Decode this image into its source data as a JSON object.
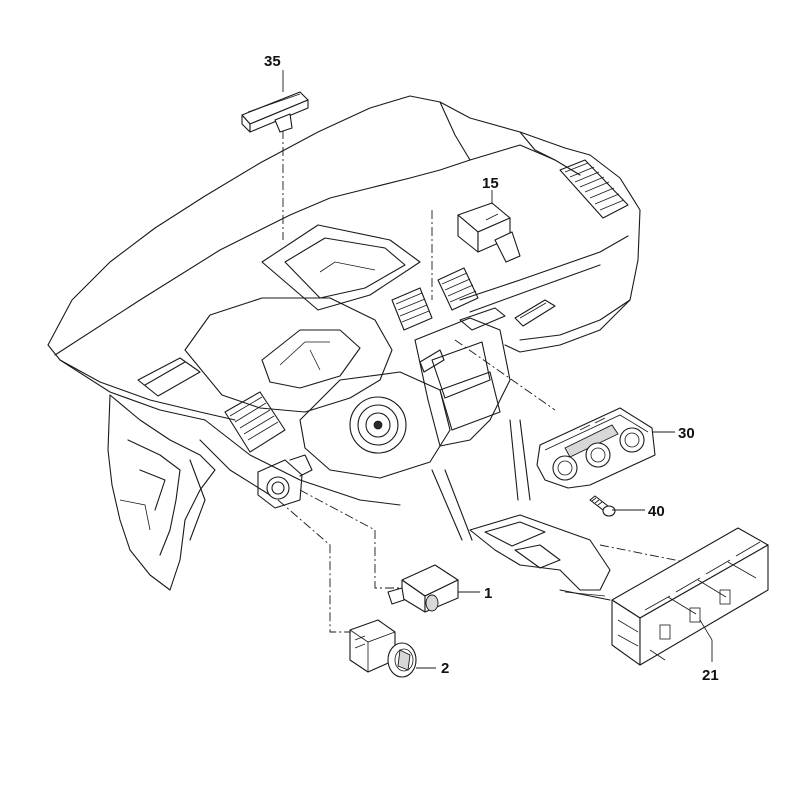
{
  "diagram": {
    "callouts": [
      {
        "id": "35",
        "text": "35"
      },
      {
        "id": "15",
        "text": "15"
      },
      {
        "id": "30",
        "text": "30"
      },
      {
        "id": "40",
        "text": "40"
      },
      {
        "id": "1",
        "text": "1"
      },
      {
        "id": "21",
        "text": "21"
      },
      {
        "id": "2",
        "text": "2"
      }
    ]
  }
}
